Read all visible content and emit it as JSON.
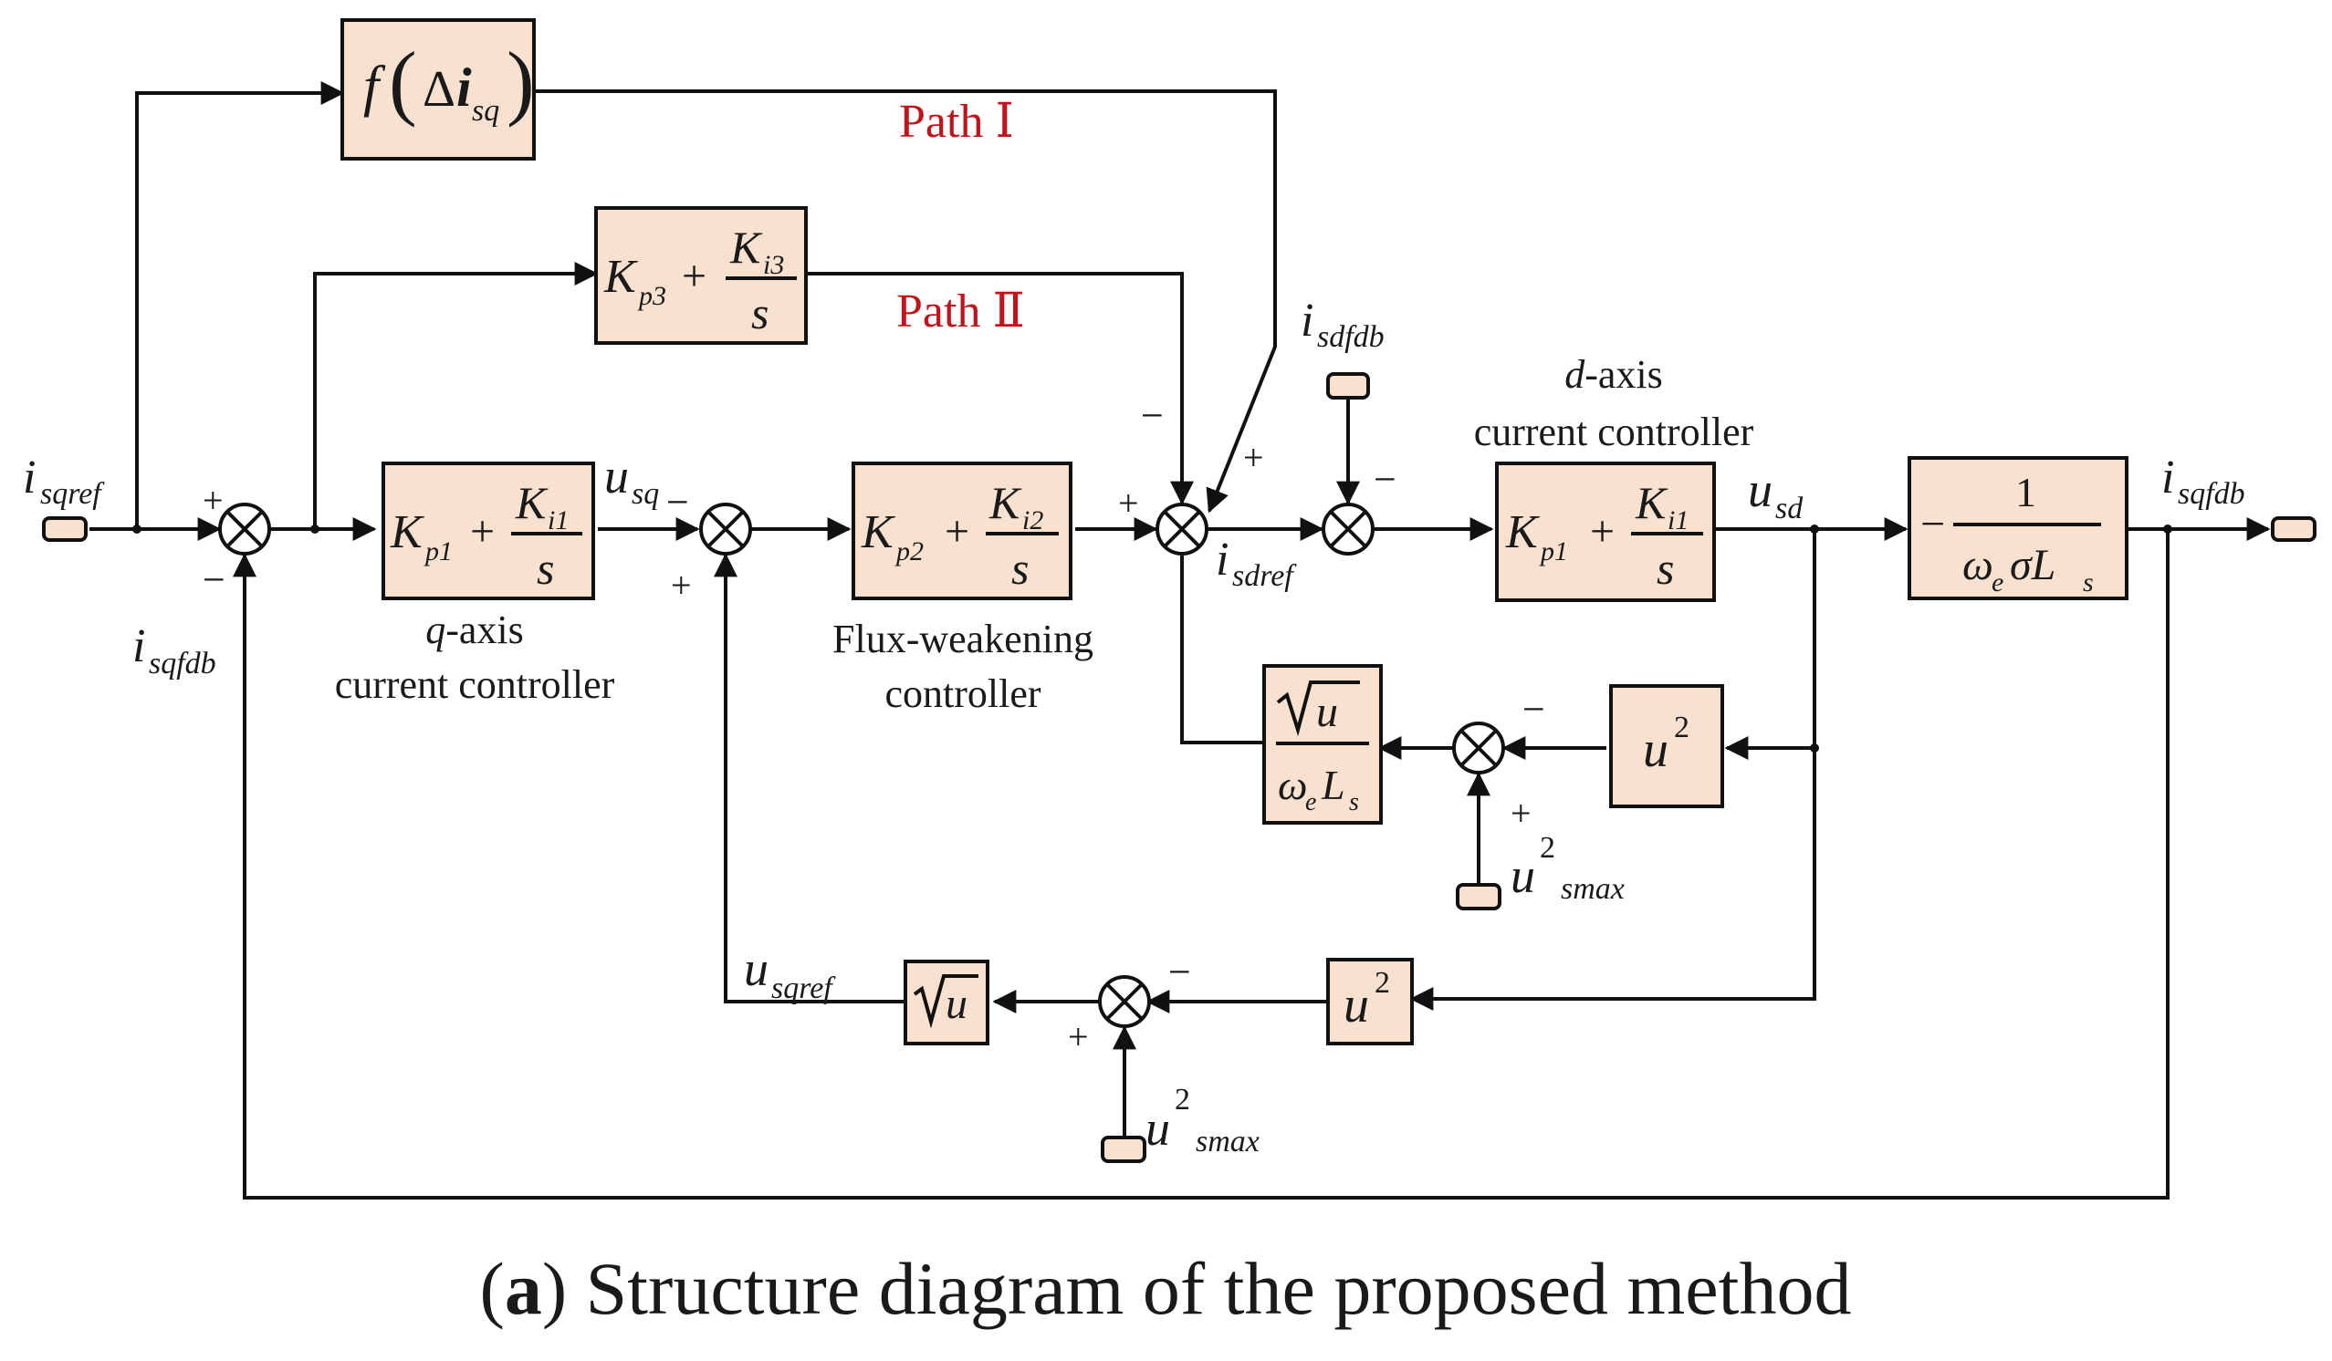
{
  "caption": {
    "letter": "a",
    "text": "Structure diagram of the proposed method"
  },
  "paths": {
    "path1": "Path Ⅰ",
    "path2": "Path Ⅱ"
  },
  "blocks": {
    "f_delta_isq": {
      "f": "f",
      "delta": "Δ",
      "i": "i",
      "sub": "sq"
    },
    "kp3": {
      "K": "K",
      "Kp_sub": "p3",
      "plus": "+",
      "Ki_sub": "i3",
      "s": "s"
    },
    "kp1_q": {
      "K": "K",
      "Kp_sub": "p1",
      "plus": "+",
      "Ki_sub": "i1",
      "s": "s"
    },
    "kp2": {
      "K": "K",
      "Kp_sub": "p2",
      "plus": "+",
      "Ki_sub": "i2",
      "s": "s"
    },
    "kp1_d": {
      "K": "K",
      "Kp_sub": "p1",
      "plus": "+",
      "Ki_sub": "i1",
      "s": "s"
    },
    "plant": {
      "minus": "−",
      "num": "1",
      "omega": "ω",
      "e": "e",
      "sigma": "σL",
      "Ls_sub": "s"
    },
    "sqrt_div": {
      "u": "u",
      "omega": "ω",
      "e": "e",
      "L": "L",
      "Ls_sub": "s"
    },
    "u2_upper": {
      "u": "u",
      "exp": "2"
    },
    "u2_lower": {
      "u": "u",
      "exp": "2"
    },
    "sqrt_u": {
      "u": "u"
    }
  },
  "labels": {
    "isqref": {
      "i": "i",
      "sub": "sqref"
    },
    "isqfdb_left": {
      "i": "i",
      "sub": "sqfdb"
    },
    "isqfdb_right": {
      "i": "i",
      "sub": "sqfdb"
    },
    "usq": {
      "u": "u",
      "sub": "sq"
    },
    "isdref": {
      "i": "i",
      "sub": "sdref"
    },
    "isdfdb": {
      "i": "i",
      "sub": "sdfdb"
    },
    "usd": {
      "u": "u",
      "sub": "sd"
    },
    "usqref": {
      "u": "u",
      "sub": "sqref"
    },
    "usmax_upper": {
      "u": "u",
      "exp": "2",
      "sub": "smax"
    },
    "usmax_lower": {
      "u": "u",
      "exp": "2",
      "sub": "smax"
    },
    "q_axis": {
      "q": "q",
      "rest": "-axis",
      "line2": "current controller"
    },
    "d_axis": {
      "d": "d",
      "rest": "-axis",
      "line2": "current controller"
    },
    "flux": {
      "line1": "Flux-weakening",
      "line2": "controller"
    }
  },
  "signs": {
    "plus": "+",
    "minus": "−"
  }
}
